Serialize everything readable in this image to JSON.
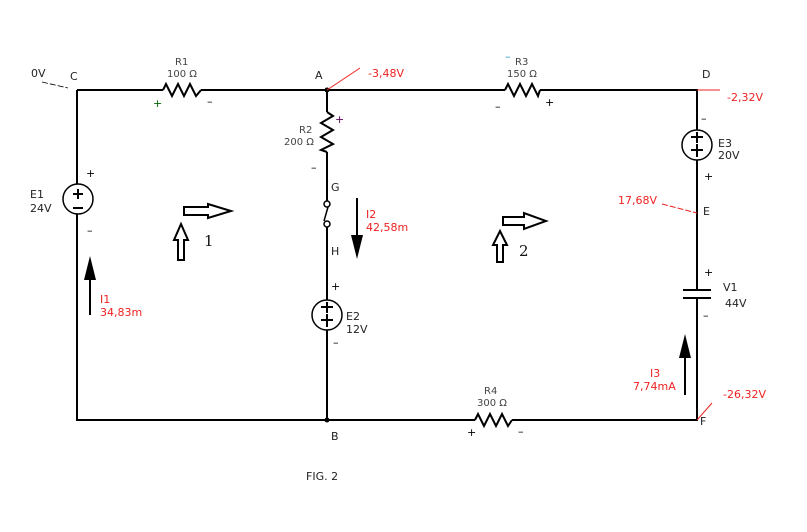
{
  "figure_label": "FIG. 2",
  "nodes": {
    "C": "C",
    "A": "A",
    "D": "D",
    "B": "B",
    "F": "F",
    "E": "E",
    "G": "G",
    "H": "H"
  },
  "voltages": {
    "C": "0V",
    "A": "-3,48V",
    "D": "-2,32V",
    "E": "17,68V",
    "F": "-26,32V"
  },
  "resistors": [
    {
      "name": "R1",
      "value": "100 Ω"
    },
    {
      "name": "R2",
      "value": "200 Ω"
    },
    {
      "name": "R3",
      "value": "150 Ω"
    },
    {
      "name": "R4",
      "value": "300 Ω"
    }
  ],
  "sources": [
    {
      "name": "E1",
      "value": "24V"
    },
    {
      "name": "E2",
      "value": "12V"
    },
    {
      "name": "E3",
      "value": "20V"
    },
    {
      "name": "V1",
      "value": "44V"
    }
  ],
  "currents": [
    {
      "name": "I1",
      "value": "34,83m"
    },
    {
      "name": "I2",
      "value": "42,58m"
    },
    {
      "name": "I3",
      "value": "7,74mA"
    }
  ],
  "loops": [
    "1",
    "2"
  ],
  "signs": {
    "plus": "+",
    "minus": "–"
  },
  "colors": {
    "wire": "#000000",
    "annotation": "#ee2222"
  }
}
